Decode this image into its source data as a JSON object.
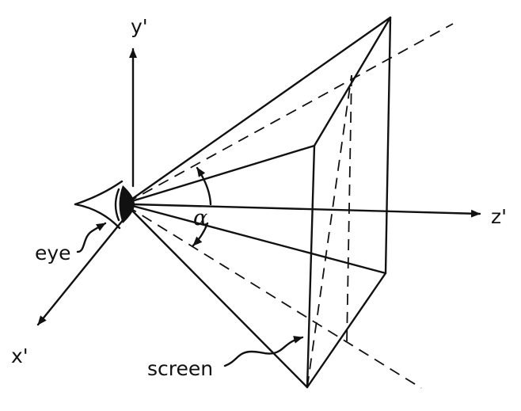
{
  "labels": {
    "y_axis": "y'",
    "z_axis": "z'",
    "x_axis": "x'",
    "angle": "α",
    "eye": "eye",
    "screen": "screen"
  },
  "colors": {
    "ink": "#111111",
    "background": "#ffffff"
  }
}
